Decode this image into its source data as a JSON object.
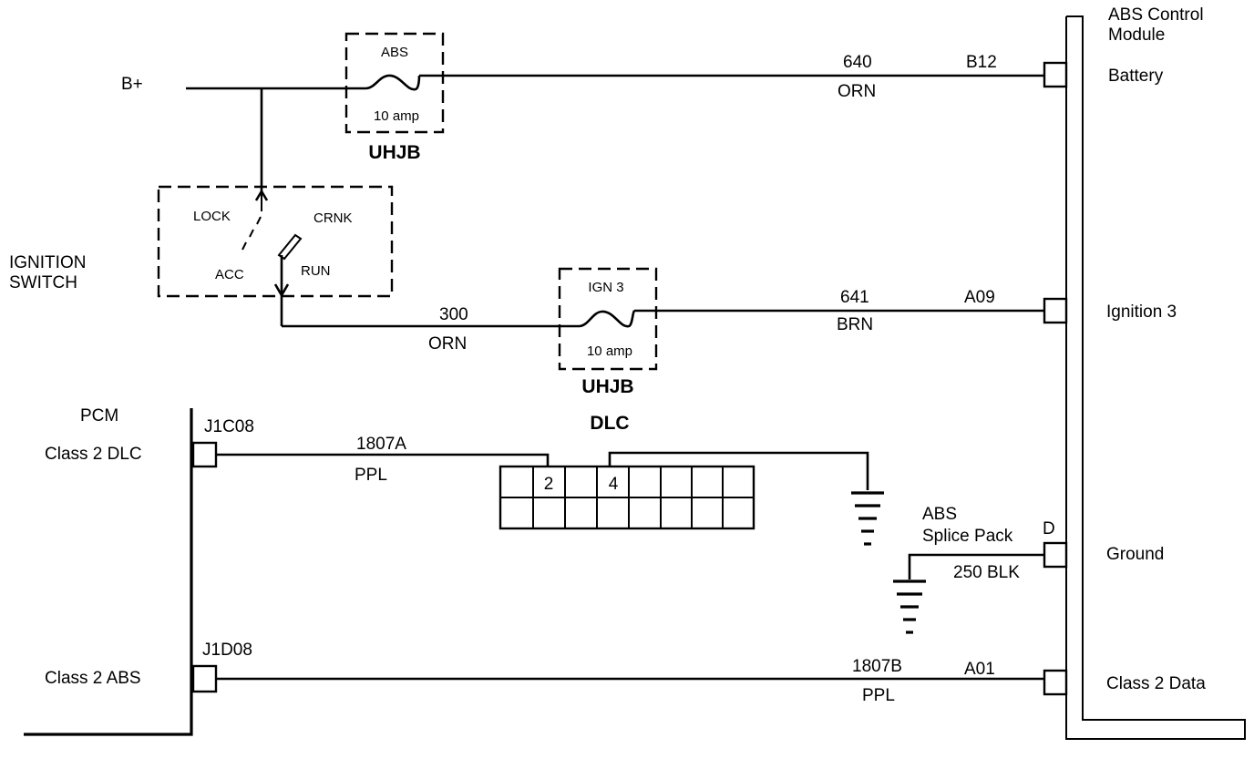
{
  "supply": {
    "label": "B+"
  },
  "abs_module": {
    "title_line1": "ABS Control",
    "title_line2": "Module",
    "pins": {
      "battery": "Battery",
      "ignition": "Ignition 3",
      "ground": "Ground",
      "data": "Class 2 Data"
    }
  },
  "fuse_abs": {
    "name": "ABS",
    "rating": "10 amp",
    "block": "UHJB"
  },
  "fuse_ign": {
    "name": "IGN 3",
    "rating": "10 amp",
    "block": "UHJB"
  },
  "ignition_switch": {
    "label_line1": "IGNITION",
    "label_line2": "SWITCH",
    "positions": {
      "lock": "LOCK",
      "crnk": "CRNK",
      "acc": "ACC",
      "run": "RUN"
    }
  },
  "wires": {
    "w640": {
      "circuit": "640",
      "color": "ORN",
      "terminal": "B12"
    },
    "w641": {
      "circuit": "641",
      "color": "BRN",
      "terminal": "A09"
    },
    "w300": {
      "circuit": "300",
      "color": "ORN"
    },
    "w1807a": {
      "circuit": "1807A",
      "color": "PPL"
    },
    "w1807b": {
      "circuit": "1807B",
      "color": "PPL",
      "terminal": "A01"
    },
    "w250": {
      "circuit": "250 BLK",
      "terminal": "D"
    }
  },
  "pcm": {
    "title": "PCM",
    "pins": {
      "dlc": {
        "connector": "J1C08",
        "label": "Class 2 DLC"
      },
      "abs": {
        "connector": "J1D08",
        "label": "Class 2 ABS"
      }
    }
  },
  "dlc": {
    "title": "DLC",
    "pin_a": "2",
    "pin_b": "4"
  },
  "splice": {
    "line1": "ABS",
    "line2": "Splice Pack"
  }
}
